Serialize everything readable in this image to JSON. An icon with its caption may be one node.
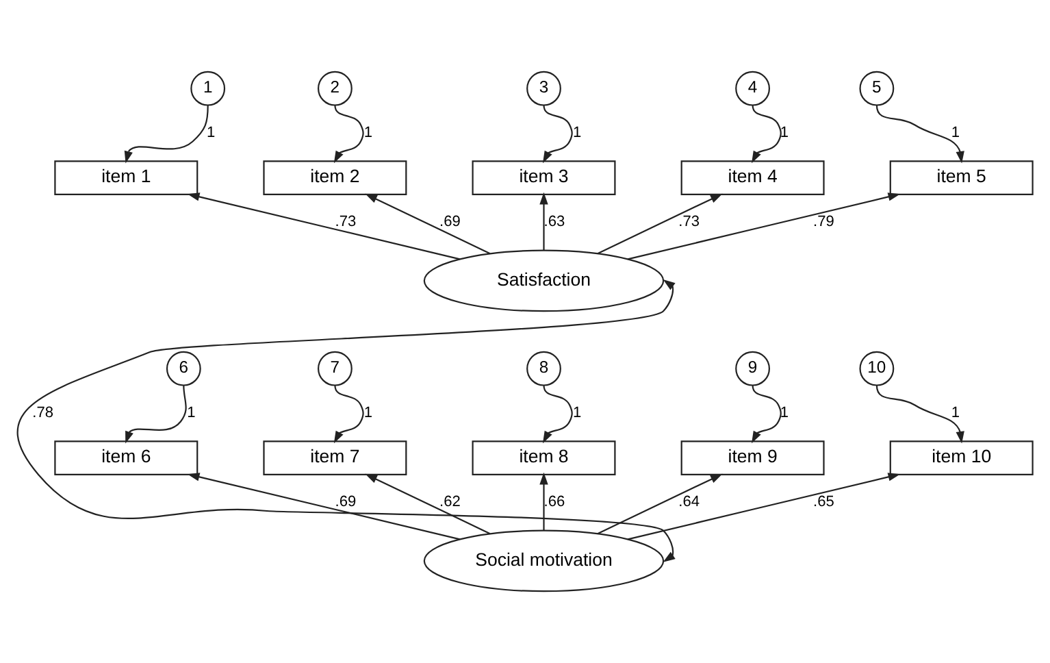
{
  "diagram": {
    "nodes": [
      {
        "text": [
          "1"
        ]
      },
      {
        "text": [
          "2"
        ]
      },
      {
        "text": [
          "3"
        ]
      },
      {
        "text": [
          "4"
        ]
      },
      {
        "text": [
          "5"
        ]
      },
      {
        "text": [
          "item 1"
        ]
      },
      {
        "text": [
          "item 2"
        ]
      },
      {
        "text": [
          "item 3"
        ]
      },
      {
        "text": [
          "item 4"
        ]
      },
      {
        "text": [
          "item 5"
        ]
      },
      {
        "text": [
          "Satisfaction"
        ]
      },
      {
        "text": [
          "6"
        ]
      },
      {
        "text": [
          "7"
        ]
      },
      {
        "text": [
          "8"
        ]
      },
      {
        "text": [
          "9"
        ]
      },
      {
        "text": [
          "10"
        ]
      },
      {
        "text": [
          "item 6"
        ]
      },
      {
        "text": [
          "item 7"
        ]
      },
      {
        "text": [
          "item 8"
        ]
      },
      {
        "text": [
          "item 9"
        ]
      },
      {
        "text": [
          "item 10"
        ]
      },
      {
        "text": [
          "Social motivation"
        ]
      }
    ],
    "edges": [
      {
        "from": 0,
        "to": 5,
        "arrow": "to",
        "label": "1"
      },
      {
        "from": 1,
        "to": 6,
        "arrow": "to",
        "label": "1"
      },
      {
        "from": 2,
        "to": 7,
        "arrow": "to",
        "label": "1"
      },
      {
        "from": 3,
        "to": 8,
        "arrow": "to",
        "label": "1"
      },
      {
        "from": 4,
        "to": 9,
        "arrow": "to",
        "label": "1"
      },
      {
        "from": 10,
        "to": 5,
        "arrow": "to",
        "label": ".73"
      },
      {
        "from": 10,
        "to": 6,
        "arrow": "to",
        "label": ".69"
      },
      {
        "from": 10,
        "to": 7,
        "arrow": "to",
        "label": ".63"
      },
      {
        "from": 10,
        "to": 8,
        "arrow": "to",
        "label": ".73"
      },
      {
        "from": 10,
        "to": 9,
        "arrow": "to",
        "label": ".79"
      },
      {
        "from": 11,
        "to": 16,
        "arrow": "to",
        "label": "1"
      },
      {
        "from": 12,
        "to": 17,
        "arrow": "to",
        "label": "1"
      },
      {
        "from": 13,
        "to": 18,
        "arrow": "to",
        "label": "1"
      },
      {
        "from": 14,
        "to": 19,
        "arrow": "to",
        "label": "1"
      },
      {
        "from": 15,
        "to": 20,
        "arrow": "to",
        "label": "1"
      },
      {
        "from": 21,
        "to": 16,
        "arrow": "to",
        "label": ".69"
      },
      {
        "from": 21,
        "to": 17,
        "arrow": "to",
        "label": ".62"
      },
      {
        "from": 21,
        "to": 18,
        "arrow": "to",
        "label": ".66"
      },
      {
        "from": 21,
        "to": 19,
        "arrow": "to",
        "label": ".64"
      },
      {
        "from": 21,
        "to": 20,
        "arrow": "to",
        "label": ".65"
      },
      {
        "from": 10,
        "to": 21,
        "arrow": "both",
        "label": ".78"
      }
    ]
  }
}
